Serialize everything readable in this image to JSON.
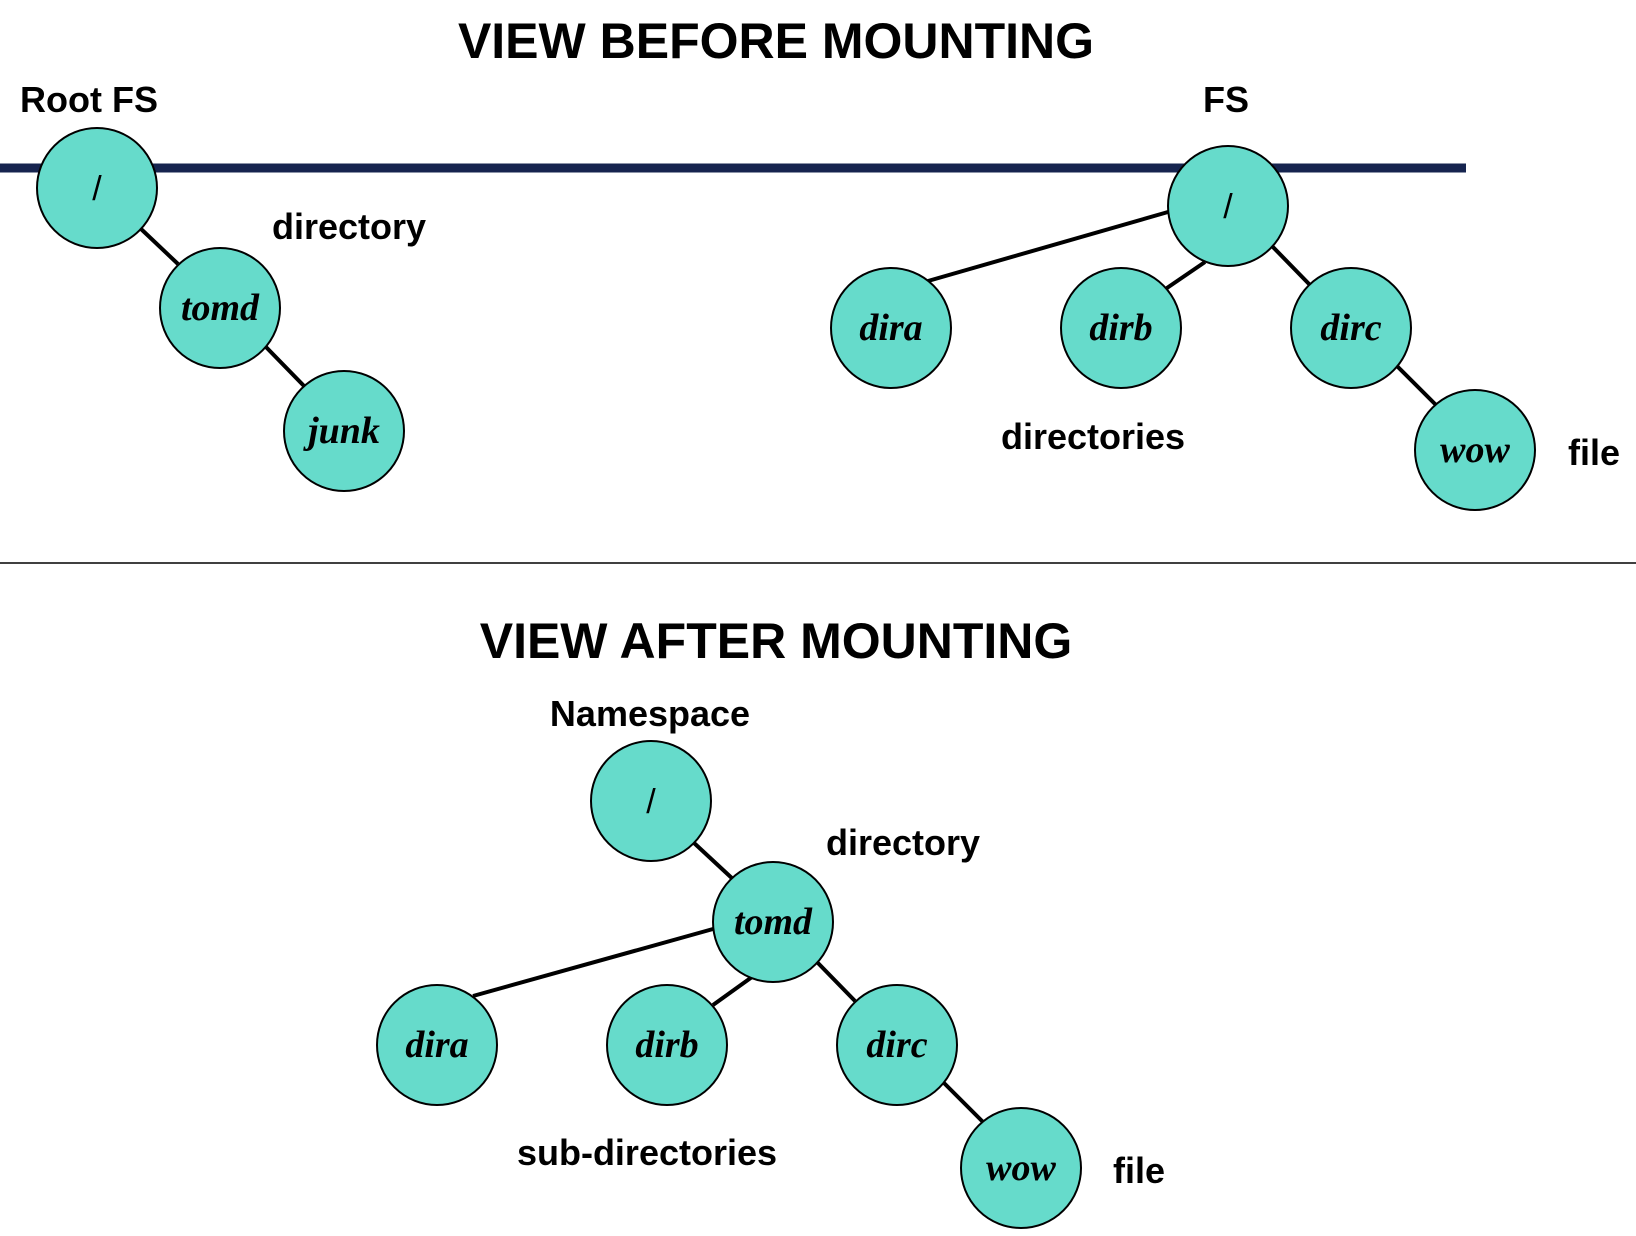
{
  "before": {
    "heading": "VIEW BEFORE MOUNTING",
    "root_fs_label": "Root FS",
    "fs_label": "FS",
    "directory_label": "directory",
    "directories_label": "directories",
    "file_label": "file",
    "root_tree": {
      "root": "/",
      "child": "tomd",
      "grandchild": "junk"
    },
    "fs_tree": {
      "root": "/",
      "children": [
        "dira",
        "dirb",
        "dirc"
      ],
      "file": "wow"
    }
  },
  "after": {
    "heading": "VIEW AFTER MOUNTING",
    "namespace_label": "Namespace",
    "directory_label": "directory",
    "subdirectories_label": "sub-directories",
    "file_label": "file",
    "tree": {
      "root": "/",
      "mount_dir": "tomd",
      "children": [
        "dira",
        "dirb",
        "dirc"
      ],
      "file": "wow"
    }
  },
  "colors": {
    "node_fill": "#66dbcb",
    "fs_bar": "#16244f"
  }
}
